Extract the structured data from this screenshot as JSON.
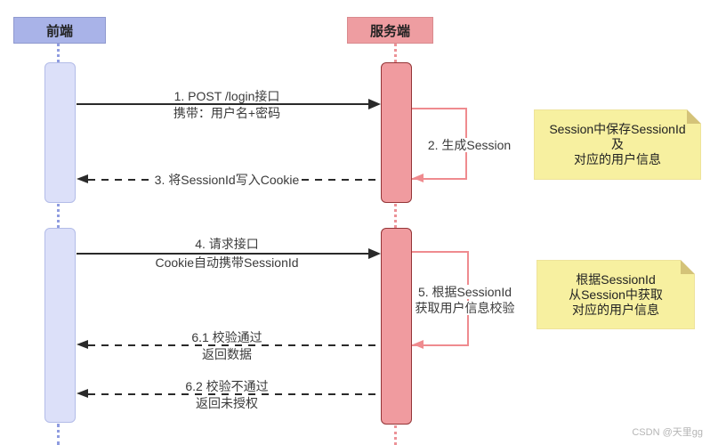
{
  "actors": [
    {
      "label": "前端"
    },
    {
      "label": "服务端"
    }
  ],
  "messages": {
    "m1": {
      "line1": "1. POST /login接口",
      "line2": "携带：用户名+密码"
    },
    "m2": {
      "line1": "2. 生成Session"
    },
    "m3": {
      "line1": "3. 将SessionId写入Cookie"
    },
    "m4": {
      "line1": "4. 请求接口",
      "line2": "Cookie自动携带SessionId"
    },
    "m5": {
      "line1": "5. 根据SessionId",
      "line2": "获取用户信息校验"
    },
    "m6_1": {
      "line1": "6.1 校验通过",
      "line2": "返回数据"
    },
    "m6_2": {
      "line1": "6.2 校验不通过",
      "line2": "返回未授权"
    }
  },
  "notes": {
    "note1": {
      "line1": "Session中保存SessionId",
      "line2": "及",
      "line3": "对应的用户信息"
    },
    "note2": {
      "line1": "根据SessionId",
      "line2": "从Session中获取",
      "line3": "对应的用户信息"
    }
  },
  "watermark": "CSDN @天里gg",
  "colors": {
    "frontend_header_bg": "#a9b3e8",
    "frontend_bar_bg": "#dce0f9",
    "frontend_bar_border": "#b3bce8",
    "server_header_bg": "#ee9da1",
    "server_bar_bg": "#f09b9f",
    "server_bar_border": "#943537",
    "self_loop_line": "#ef8b8f",
    "message_line": "#2a2a2a",
    "note_bg": "#f7f0a0",
    "note_fold": "#d4c378"
  }
}
